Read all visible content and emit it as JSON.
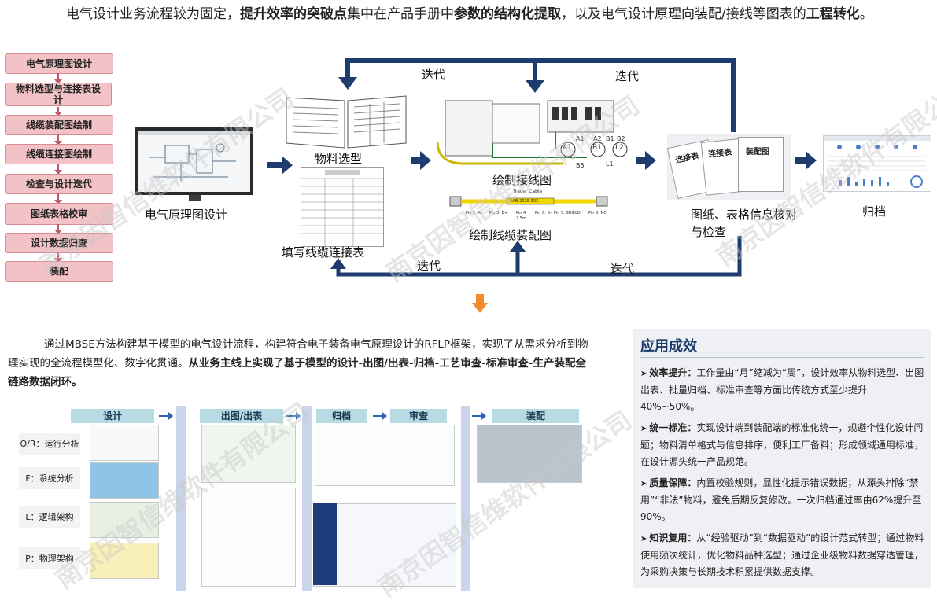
{
  "intro": {
    "t1": "电气设计业务流程较为固定，",
    "b1": "提升效率的突破点",
    "t2": "集中在产品手册中",
    "b2": "参数的结构化提取",
    "t3": "，以及电气设计原理向装配/接线等图表的",
    "b3": "工程转化",
    "t4": "。"
  },
  "steps": [
    "电气原理图设计",
    "物料选型与连接表设计",
    "线缆装配图绘制",
    "线缆连接图绘制",
    "检查与设计迭代",
    "图纸表格校审",
    "设计数据归查",
    "装配"
  ],
  "flow": {
    "schematic": "电气原理图设计",
    "material": "物料选型",
    "cable_table": "填写线缆连接表",
    "wiring": "绘制接线图",
    "assembly": "绘制线缆装配图",
    "review": "图纸、表格信息核对与检查",
    "archive": "归档",
    "iter_top_left": "迭代",
    "iter_top_right": "迭代",
    "iter_bottom_left": "迭代",
    "iter_bottom_right": "迭代",
    "terminals": [
      "A1",
      "B1",
      "L2",
      "A1",
      "A2",
      "B1",
      "B2",
      "L1",
      "B5"
    ],
    "cable_title": "Tracer Cable",
    "cable_code": "CAB-2025-003",
    "cable_pins": [
      "Pin 2: A-",
      "Pin 3: B+",
      "Pin 4",
      "Pin 6: B-",
      "Pin 5: SHIELD",
      "Pin 8: NC"
    ],
    "cable_len": "2.5m",
    "review_docs": [
      "连接表",
      "连接表",
      "装配图"
    ]
  },
  "para2": {
    "t1": "通过MBSE方法构建基于模型的电气设计流程，构建符合电子装备电气原理设计的RFLP框架，实现了从需求分析到物理实现的全流程模型化、数字化贯通。",
    "b1": "从业务主线上实现了基于模型的设计-出图/出表-归档-工艺审查-标准审查-生产装配全链路数据闭环。"
  },
  "stages": [
    "设计",
    "出图/出表",
    "归档",
    "审查",
    "装配"
  ],
  "rflp": [
    "O/R：运行分析",
    "F：系统分析",
    "L：逻辑架构",
    "P：物理架构"
  ],
  "panel": {
    "title": "应用成效",
    "items": [
      {
        "head": "效率提升：",
        "text": "工作量由“月”缩减为“周”，设计效率从物料选型、出图出表、批量归档、标准审查等方面比传统方式至少提升40%~50%。"
      },
      {
        "head": "统一标准：",
        "text": "实现设计端到装配端的标准化统一，规避个性化设计问题；物料清单格式与信息排序，便利工厂备料；形成领域通用标准，在设计源头统一产品规范。"
      },
      {
        "head": "质量保障：",
        "text": "内置校验规则，显性化提示错误数据；从源头排除“禁用”“非法”物料，避免后期反复修改。一次归档通过率由62%提升至90%。"
      },
      {
        "head": "知识复用：",
        "text": "从“经验驱动”到“数据驱动”的设计范式转型；通过物料使用频次统计，优化物料品种选型；通过企业级物料数据穿透管理，为采购决策与长期技术积累提供数据支撑。"
      }
    ]
  },
  "watermark": "南京因智信维软件有限公司",
  "colors": {
    "navy": "#1f3c6e",
    "pink": "#f2c2c6",
    "orange": "#f28a2e",
    "stage": "#b6dbe3"
  }
}
